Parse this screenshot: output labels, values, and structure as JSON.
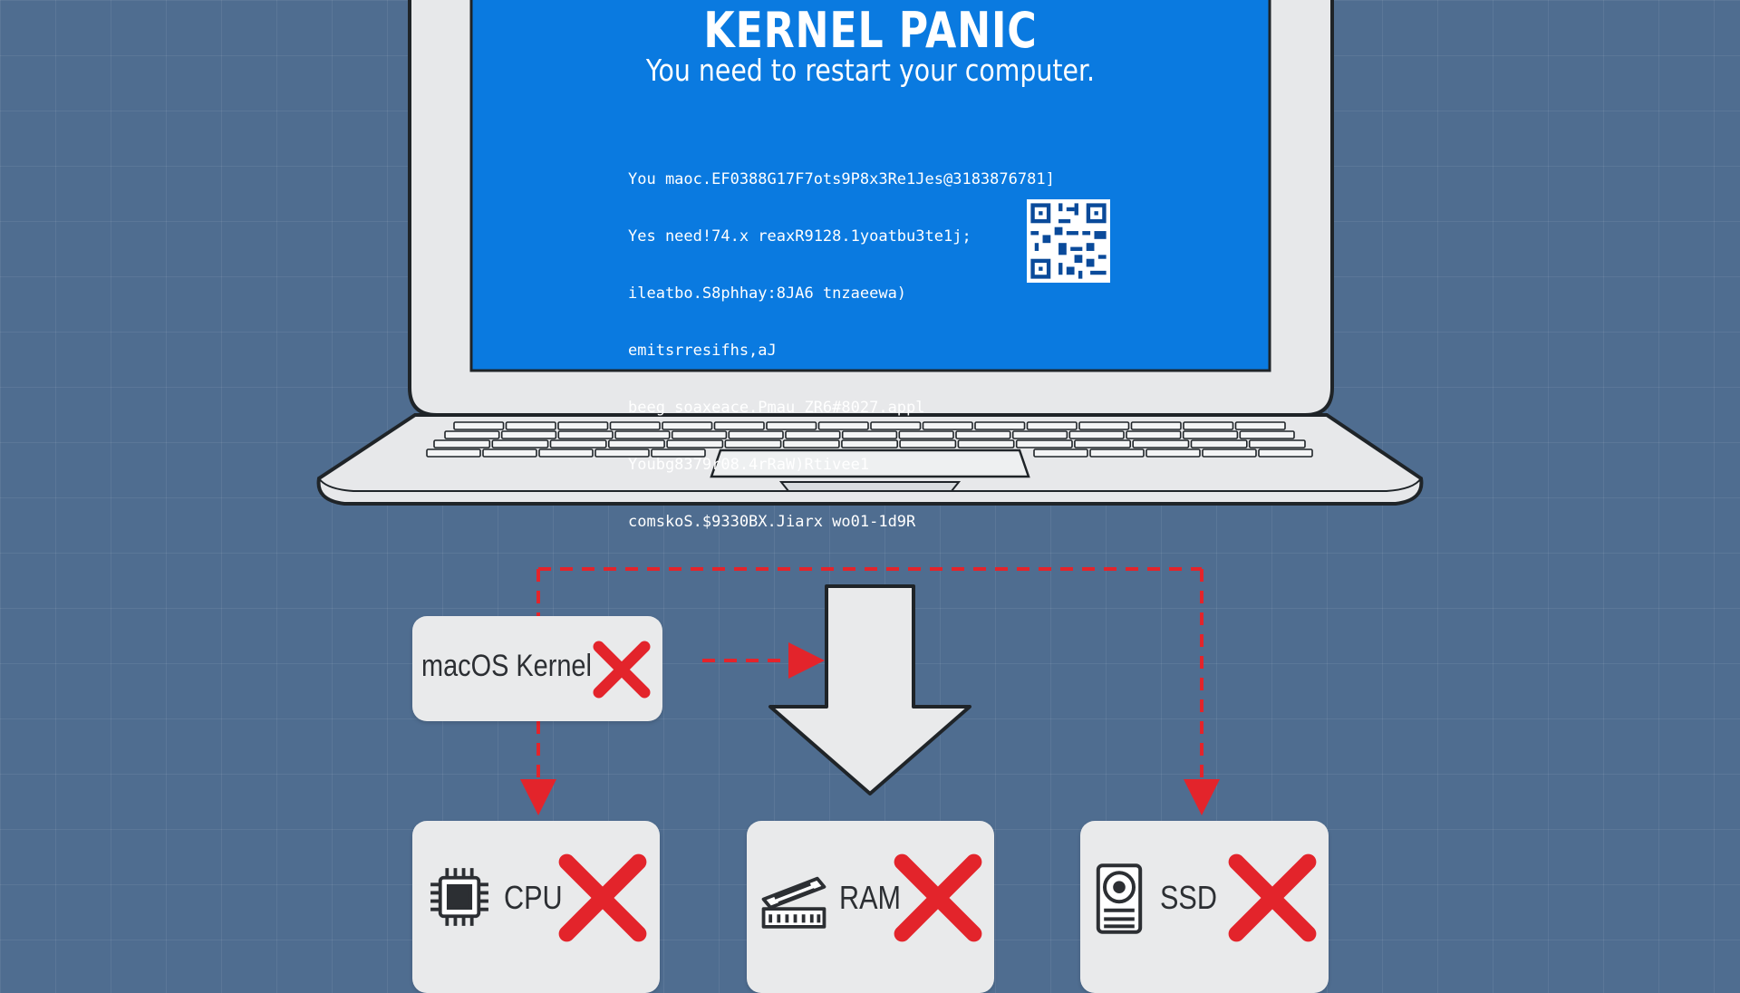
{
  "screen": {
    "title": "KERNEL PANIC",
    "subtitle": "You need to restart your computer.",
    "log_lines": [
      "You maoc.EF0388G17F7ots9P8x3Re1Jes@3183876781]",
      "Yes need!74.x reaxR9128.1yoatbu3te1j;",
      "ileatbo.S8phhay:8JA6 tnzaeewa)",
      "emitsrresifhs,aJ",
      "beeg soaxeace.Pmau ZR6#8027.appl",
      "Youbg8379r08.4rRaW)Rtivee1",
      "comskoS.$9330BX.Jiarx wo01-1d9R"
    ]
  },
  "diagram": {
    "kernel_node": {
      "label": "macOS Kernel",
      "status_icon": "red-x"
    },
    "components": [
      {
        "label": "CPU",
        "icon": "cpu-chip-icon",
        "status_icon": "red-x"
      },
      {
        "label": "RAM",
        "icon": "ram-module-icon",
        "status_icon": "red-x"
      },
      {
        "label": "SSD",
        "icon": "ssd-drive-icon",
        "status_icon": "red-x"
      }
    ]
  },
  "colors": {
    "background": "#4f6d90",
    "screen": "#0a7ae0",
    "x_mark": "#e3242b",
    "dashed_arrows": "#e3242b",
    "card": "#e9eaeb"
  }
}
